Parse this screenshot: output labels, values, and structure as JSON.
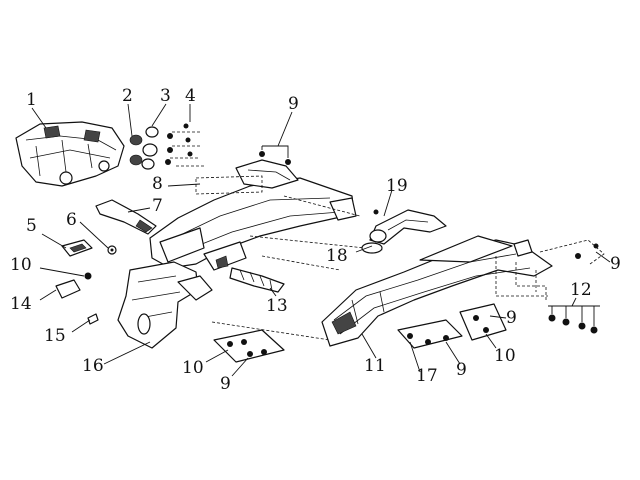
{
  "callouts": [
    {
      "id": "1",
      "label": "1"
    },
    {
      "id": "2",
      "label": "2"
    },
    {
      "id": "3",
      "label": "3"
    },
    {
      "id": "4",
      "label": "4"
    },
    {
      "id": "5",
      "label": "5"
    },
    {
      "id": "6",
      "label": "6"
    },
    {
      "id": "7",
      "label": "7"
    },
    {
      "id": "8",
      "label": "8"
    },
    {
      "id": "9a",
      "label": "9"
    },
    {
      "id": "9b",
      "label": "9"
    },
    {
      "id": "9c",
      "label": "9"
    },
    {
      "id": "9d",
      "label": "9"
    },
    {
      "id": "9e",
      "label": "9"
    },
    {
      "id": "10a",
      "label": "10"
    },
    {
      "id": "10b",
      "label": "10"
    },
    {
      "id": "10c",
      "label": "10"
    },
    {
      "id": "11",
      "label": "11"
    },
    {
      "id": "12",
      "label": "12"
    },
    {
      "id": "13",
      "label": "13"
    },
    {
      "id": "14",
      "label": "14"
    },
    {
      "id": "15",
      "label": "15"
    },
    {
      "id": "16",
      "label": "16"
    },
    {
      "id": "17",
      "label": "17"
    },
    {
      "id": "18",
      "label": "18"
    },
    {
      "id": "19",
      "label": "19"
    }
  ]
}
